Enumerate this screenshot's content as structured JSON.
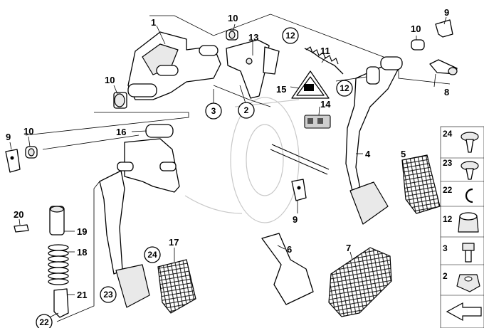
{
  "labels": {
    "l1": "1",
    "l2": "2",
    "l3": "3",
    "l4": "4",
    "l5": "5",
    "l6": "6",
    "l7": "7",
    "l8": "8",
    "l9a": "9",
    "l9b": "9",
    "l9c": "9",
    "l10a": "10",
    "l10b": "10",
    "l10c": "10",
    "l10d": "10",
    "l11": "11",
    "l12a": "12",
    "l12b": "12",
    "l13": "13",
    "l14": "14",
    "l15": "15",
    "l16": "16",
    "l17": "17",
    "l18": "18",
    "l19": "19",
    "l20": "20",
    "l21": "21",
    "l22": "22",
    "l23": "23",
    "l24": "24"
  },
  "legend": {
    "items": [
      "24",
      "23",
      "22",
      "12",
      "3",
      "2"
    ]
  }
}
